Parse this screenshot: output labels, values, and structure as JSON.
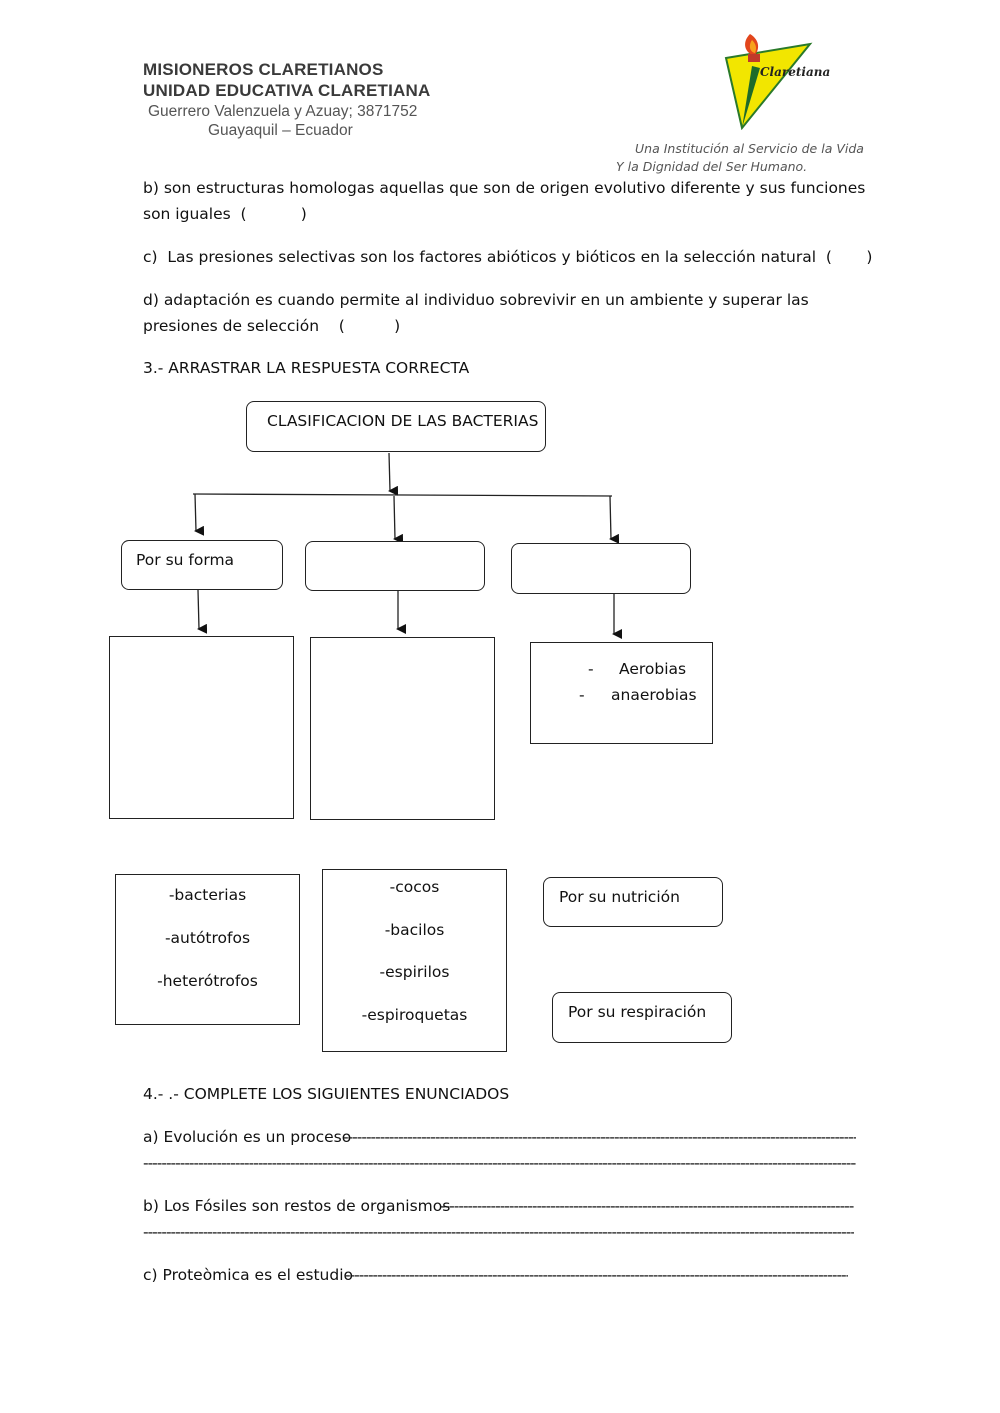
{
  "header": {
    "line1": "MISIONEROS CLARETIANOS",
    "line2": "UNIDAD EDUCATIVA CLARETIANA",
    "address": "Guerrero Valenzuela y Azuay;  3871752",
    "city": "Guayaquil – Ecuador",
    "motto1": "Una Institución al Servicio de la Vida",
    "motto2": "Y la Dignidad del Ser Humano.",
    "logo_text": "Claretiana"
  },
  "questions": {
    "b_line1": "b) son estructuras homologas aquellas que son de origen evolutivo diferente y sus funciones",
    "b_line2": "son iguales  (           )",
    "c_line": "c)  Las presiones selectivas son los factores abióticos y bióticos en la selección natural  (       )",
    "d_line1": "d)  adaptación es cuando permite al individuo sobrevivir en un ambiente y superar las",
    "d_line2": "presiones de selección    (          )"
  },
  "section3": {
    "title": "3.- ARRASTRAR LA RESPUESTA CORRECTA",
    "root": "CLASIFICACION DE LAS BACTERIAS",
    "category1": "Por su forma",
    "category2": "",
    "category3": "",
    "result3_items": [
      "Aerobias",
      "anaerobias"
    ],
    "bullet": "-",
    "drag_group1": [
      "-bacterias",
      "-autótrofos",
      "-heterótrofos"
    ],
    "drag_group2": [
      "-cocos",
      "-bacilos",
      "-espirilos",
      "-espiroquetas"
    ],
    "drag_nutricion": "Por su nutrición",
    "drag_respiracion": "Por su respiración"
  },
  "section4": {
    "title": "4.- .- COMPLETE LOS SIGUIENTES ENUNCIADOS",
    "a": "a) Evolución es un proceso",
    "b": "b) Los Fósiles son restos de organismos",
    "c": "c) Proteòmica es el estudio"
  }
}
